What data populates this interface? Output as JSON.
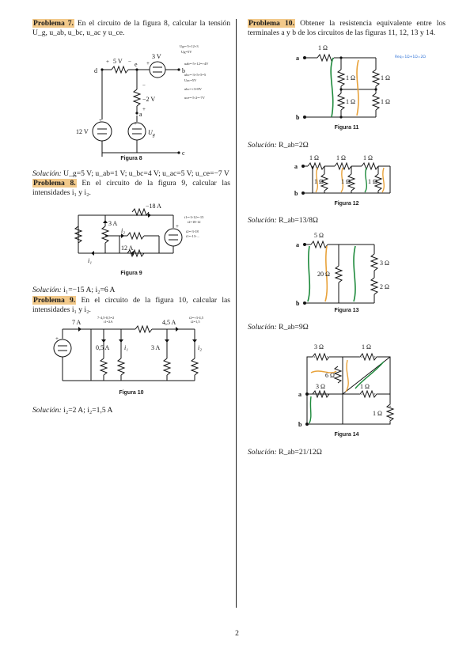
{
  "left": {
    "p7": {
      "label": "Problema 7.",
      "text": " En el circuito de la figura 8, calcular la tensión U_g, u_ab, u_bc, u_ac y u_ce.",
      "caption": "Figura 8",
      "labels": {
        "d": "d",
        "b": "b",
        "c": "c",
        "e": "e",
        "a": "a",
        "v5": "5 V",
        "v3": "3 V",
        "v12": "12 V",
        "vm2": "−2 V",
        "ug": "U",
        "ug_sub": "g"
      },
      "notes": [
        "Ug=-5+12+3",
        "Ug=5V",
        "uab=-5+12=+4V",
        "ubc=-3+5+5=5",
        "Uac=5V",
        "ubc=+3=8V",
        "uce=-5-2=-7V"
      ],
      "solution_label": "Solución:",
      "solution": " U_g=5 V; u_ab=1 V; u_bc=4 V; u_ac=5 V; u_ce=−7 V"
    },
    "p8": {
      "label": "Problema 8.",
      "text": " En el circuito de la figura 9, calcular las intensidades i₁ y i₂.",
      "caption": "Figura 9",
      "labels": {
        "a18": "−18 A",
        "a3": "3 A",
        "a12": "12 A",
        "i1": "i₁",
        "i2": "i₂"
      },
      "notes": [
        "i1=-3-12=-15",
        "i2=18-12",
        "i2=-3-18",
        "i1=-13-... "
      ],
      "solution_label": "Solución:",
      "solution": " i₁=−15 A; i₂=6 A"
    },
    "p9": {
      "label": "Problema 9.",
      "text": " En el circuito de la figura 10, calcular las intensidades i₁ y i₂.",
      "caption": "Figura 10",
      "labels": {
        "a7": "7 A",
        "a05": "0,5 A",
        "a45": "4,5 A",
        "a3": "3 A",
        "i1": "i₁",
        "i2": "i₂"
      },
      "notes": [
        "7-4,5-0,5=2",
        "i2=+3-4,5",
        "i1=2A",
        "i2=1,5"
      ],
      "solution_label": "Solución:",
      "solution": " i₂=2 A; i₂=1,5 A"
    }
  },
  "right": {
    "p10": {
      "label": "Problema 10.",
      "text": " Obtener la resistencia equivalente entre los terminales a y b de los circuitos de las figuras 11, 12, 13 y 14."
    },
    "fig11": {
      "caption": "Figura 11",
      "r": "1 Ω",
      "a": "a",
      "b": "b",
      "note": "Req=1Ω+1Ω=2Ω",
      "solution_label": "Solución:",
      "solution": " R_ab=2Ω"
    },
    "fig12": {
      "caption": "Figura 12",
      "r": "1 Ω",
      "a": "a",
      "b": "b",
      "solution_label": "Solución:",
      "solution": " R_ab=13/8Ω"
    },
    "fig13": {
      "caption": "Figura 13",
      "r5": "5 Ω",
      "r20": "20 Ω",
      "r3": "3 Ω",
      "r2": "2 Ω",
      "a": "a",
      "b": "b",
      "solution_label": "Solución:",
      "solution": " R_ab=9Ω"
    },
    "fig14": {
      "caption": "Figura 14",
      "r3": "3 Ω",
      "r1": "1 Ω",
      "r6": "6 Ω",
      "a": "a",
      "b": "b",
      "solution_label": "Solución:",
      "solution": " R_ab=21/12Ω"
    }
  },
  "page_number": "2",
  "colors": {
    "highlight": "#f2c98a",
    "green": "#1e8a3c",
    "orange": "#e8a23a",
    "blue": "#2b6fd6"
  }
}
